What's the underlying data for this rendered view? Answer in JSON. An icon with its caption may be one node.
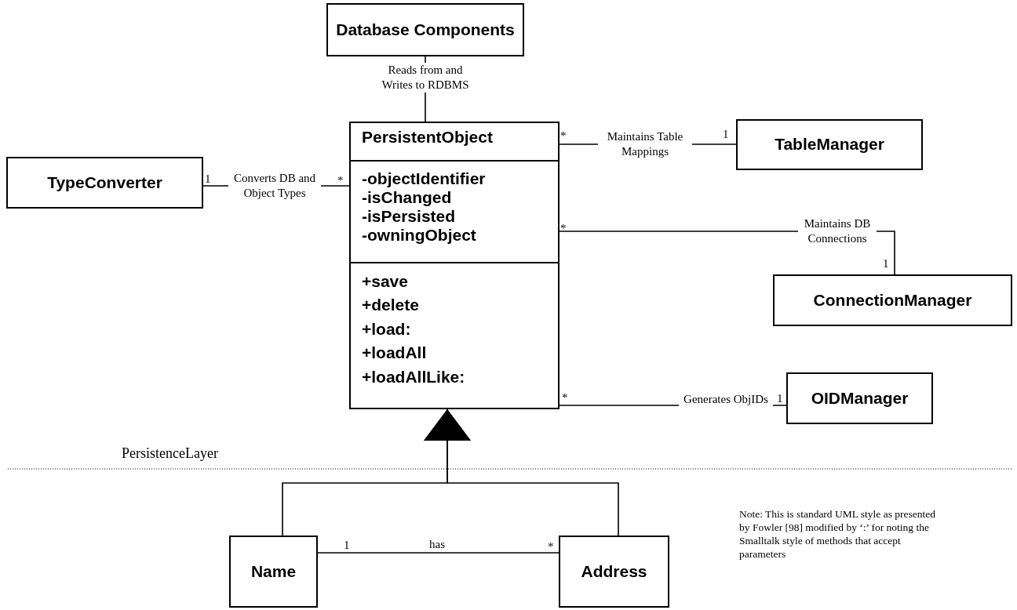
{
  "diagram": {
    "nodes": [
      {
        "text": [
          "Database Components"
        ]
      },
      {
        "text": [
          "PersistentObject",
          "-objectIdentifier -isChanged -isPersisted -owningObject",
          "+save +delete +load: +loadAll +loadAllLike:"
        ]
      },
      {
        "text": [
          "TypeConverter"
        ]
      },
      {
        "text": [
          "TableManager"
        ]
      },
      {
        "text": [
          "ConnectionManager"
        ]
      },
      {
        "text": [
          "OIDManager"
        ]
      },
      {
        "text": [
          "Name"
        ]
      },
      {
        "text": [
          "Address"
        ]
      }
    ],
    "edges": [
      {
        "from": 0,
        "to": 1,
        "arrow": "none",
        "label": "Reads from and Writes to RDBMS"
      },
      {
        "from": 2,
        "to": 1,
        "arrow": "none",
        "label": "Converts DB and Object Types"
      },
      {
        "from": 1,
        "to": 3,
        "arrow": "none",
        "label": "Maintains Table Mappings"
      },
      {
        "from": 1,
        "to": 4,
        "arrow": "none",
        "label": "Maintains DB Connections"
      },
      {
        "from": 1,
        "to": 5,
        "arrow": "none",
        "label": "Generates ObjIDs"
      },
      {
        "from": 6,
        "to": 1,
        "arrow": "to"
      },
      {
        "from": 7,
        "to": 1,
        "arrow": "to"
      },
      {
        "from": 6,
        "to": 7,
        "arrow": "none",
        "label": "has"
      }
    ],
    "labels": [
      "*",
      "1",
      "1",
      "*",
      "*",
      "1",
      "*",
      "1",
      "PersistenceLayer",
      "1",
      "*",
      "Note: This is standard UML style as presented by Fowler [98] modified by ‘:’ for noting the Smalltalk style of methods that accept parameters"
    ]
  }
}
